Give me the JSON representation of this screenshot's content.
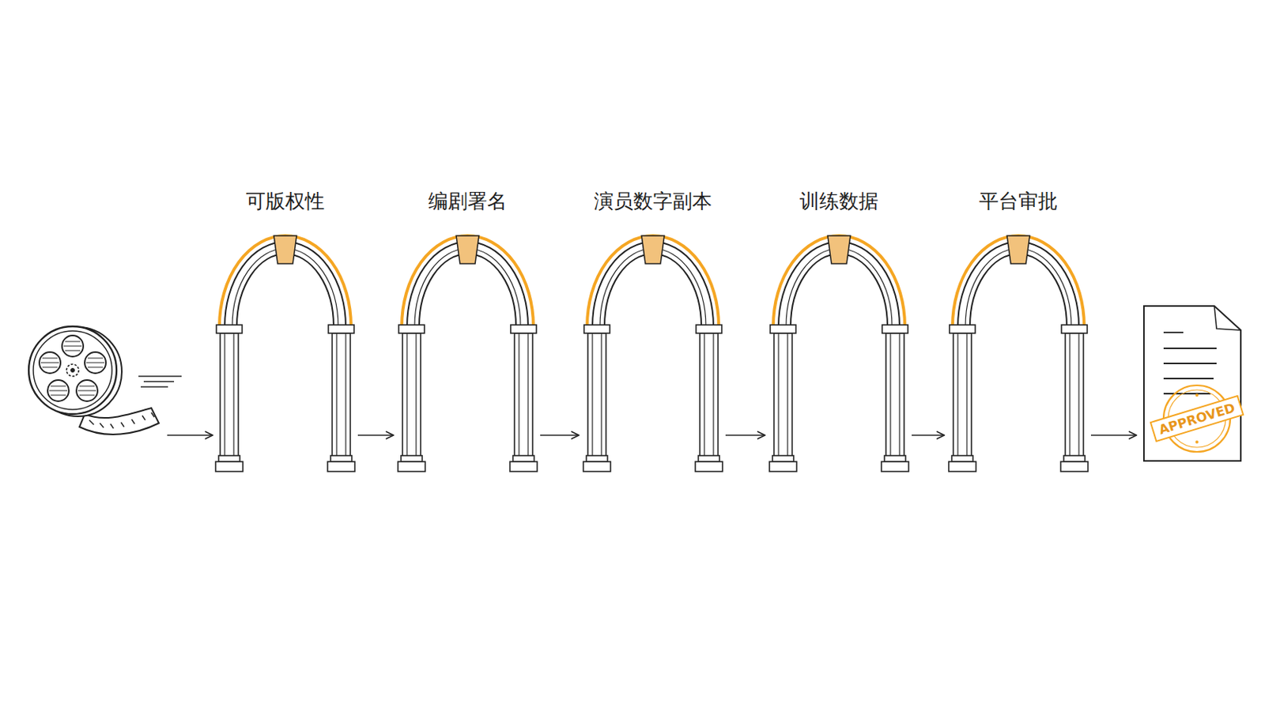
{
  "diagram": {
    "nodes": [
      {
        "text": [
          "可版权性"
        ]
      },
      {
        "text": [
          "编剧署名"
        ]
      },
      {
        "text": [
          "演员数字副本"
        ]
      },
      {
        "text": [
          "训练数据"
        ]
      },
      {
        "text": [
          "平台审批"
        ]
      },
      {
        "text": [
          "APPROVED"
        ]
      }
    ],
    "edges": [
      {
        "from": 0,
        "to": 1,
        "arrow": "to"
      },
      {
        "from": 1,
        "to": 2,
        "arrow": "to"
      },
      {
        "from": 2,
        "to": 3,
        "arrow": "to"
      },
      {
        "from": 3,
        "to": 4,
        "arrow": "to"
      },
      {
        "from": 4,
        "to": 5,
        "arrow": "to"
      }
    ]
  }
}
